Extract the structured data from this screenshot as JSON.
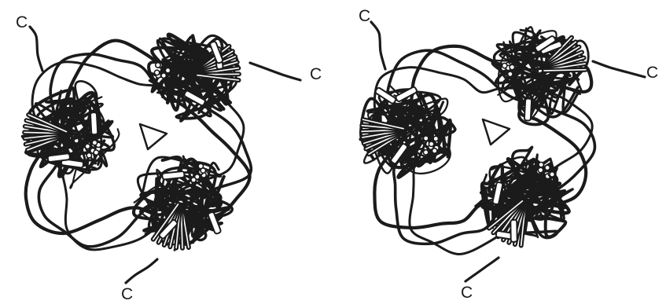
{
  "figure": {
    "style": {
      "ink": "#1b1b1b",
      "paper": "#ffffff",
      "helix_fill": "#ffffff"
    },
    "views": [
      {
        "id": "left",
        "termini": [
          {
            "label": "C"
          },
          {
            "label": "C"
          },
          {
            "label": "C"
          }
        ]
      },
      {
        "id": "right",
        "termini": [
          {
            "label": "C"
          },
          {
            "label": "C"
          },
          {
            "label": "C"
          }
        ]
      }
    ]
  }
}
